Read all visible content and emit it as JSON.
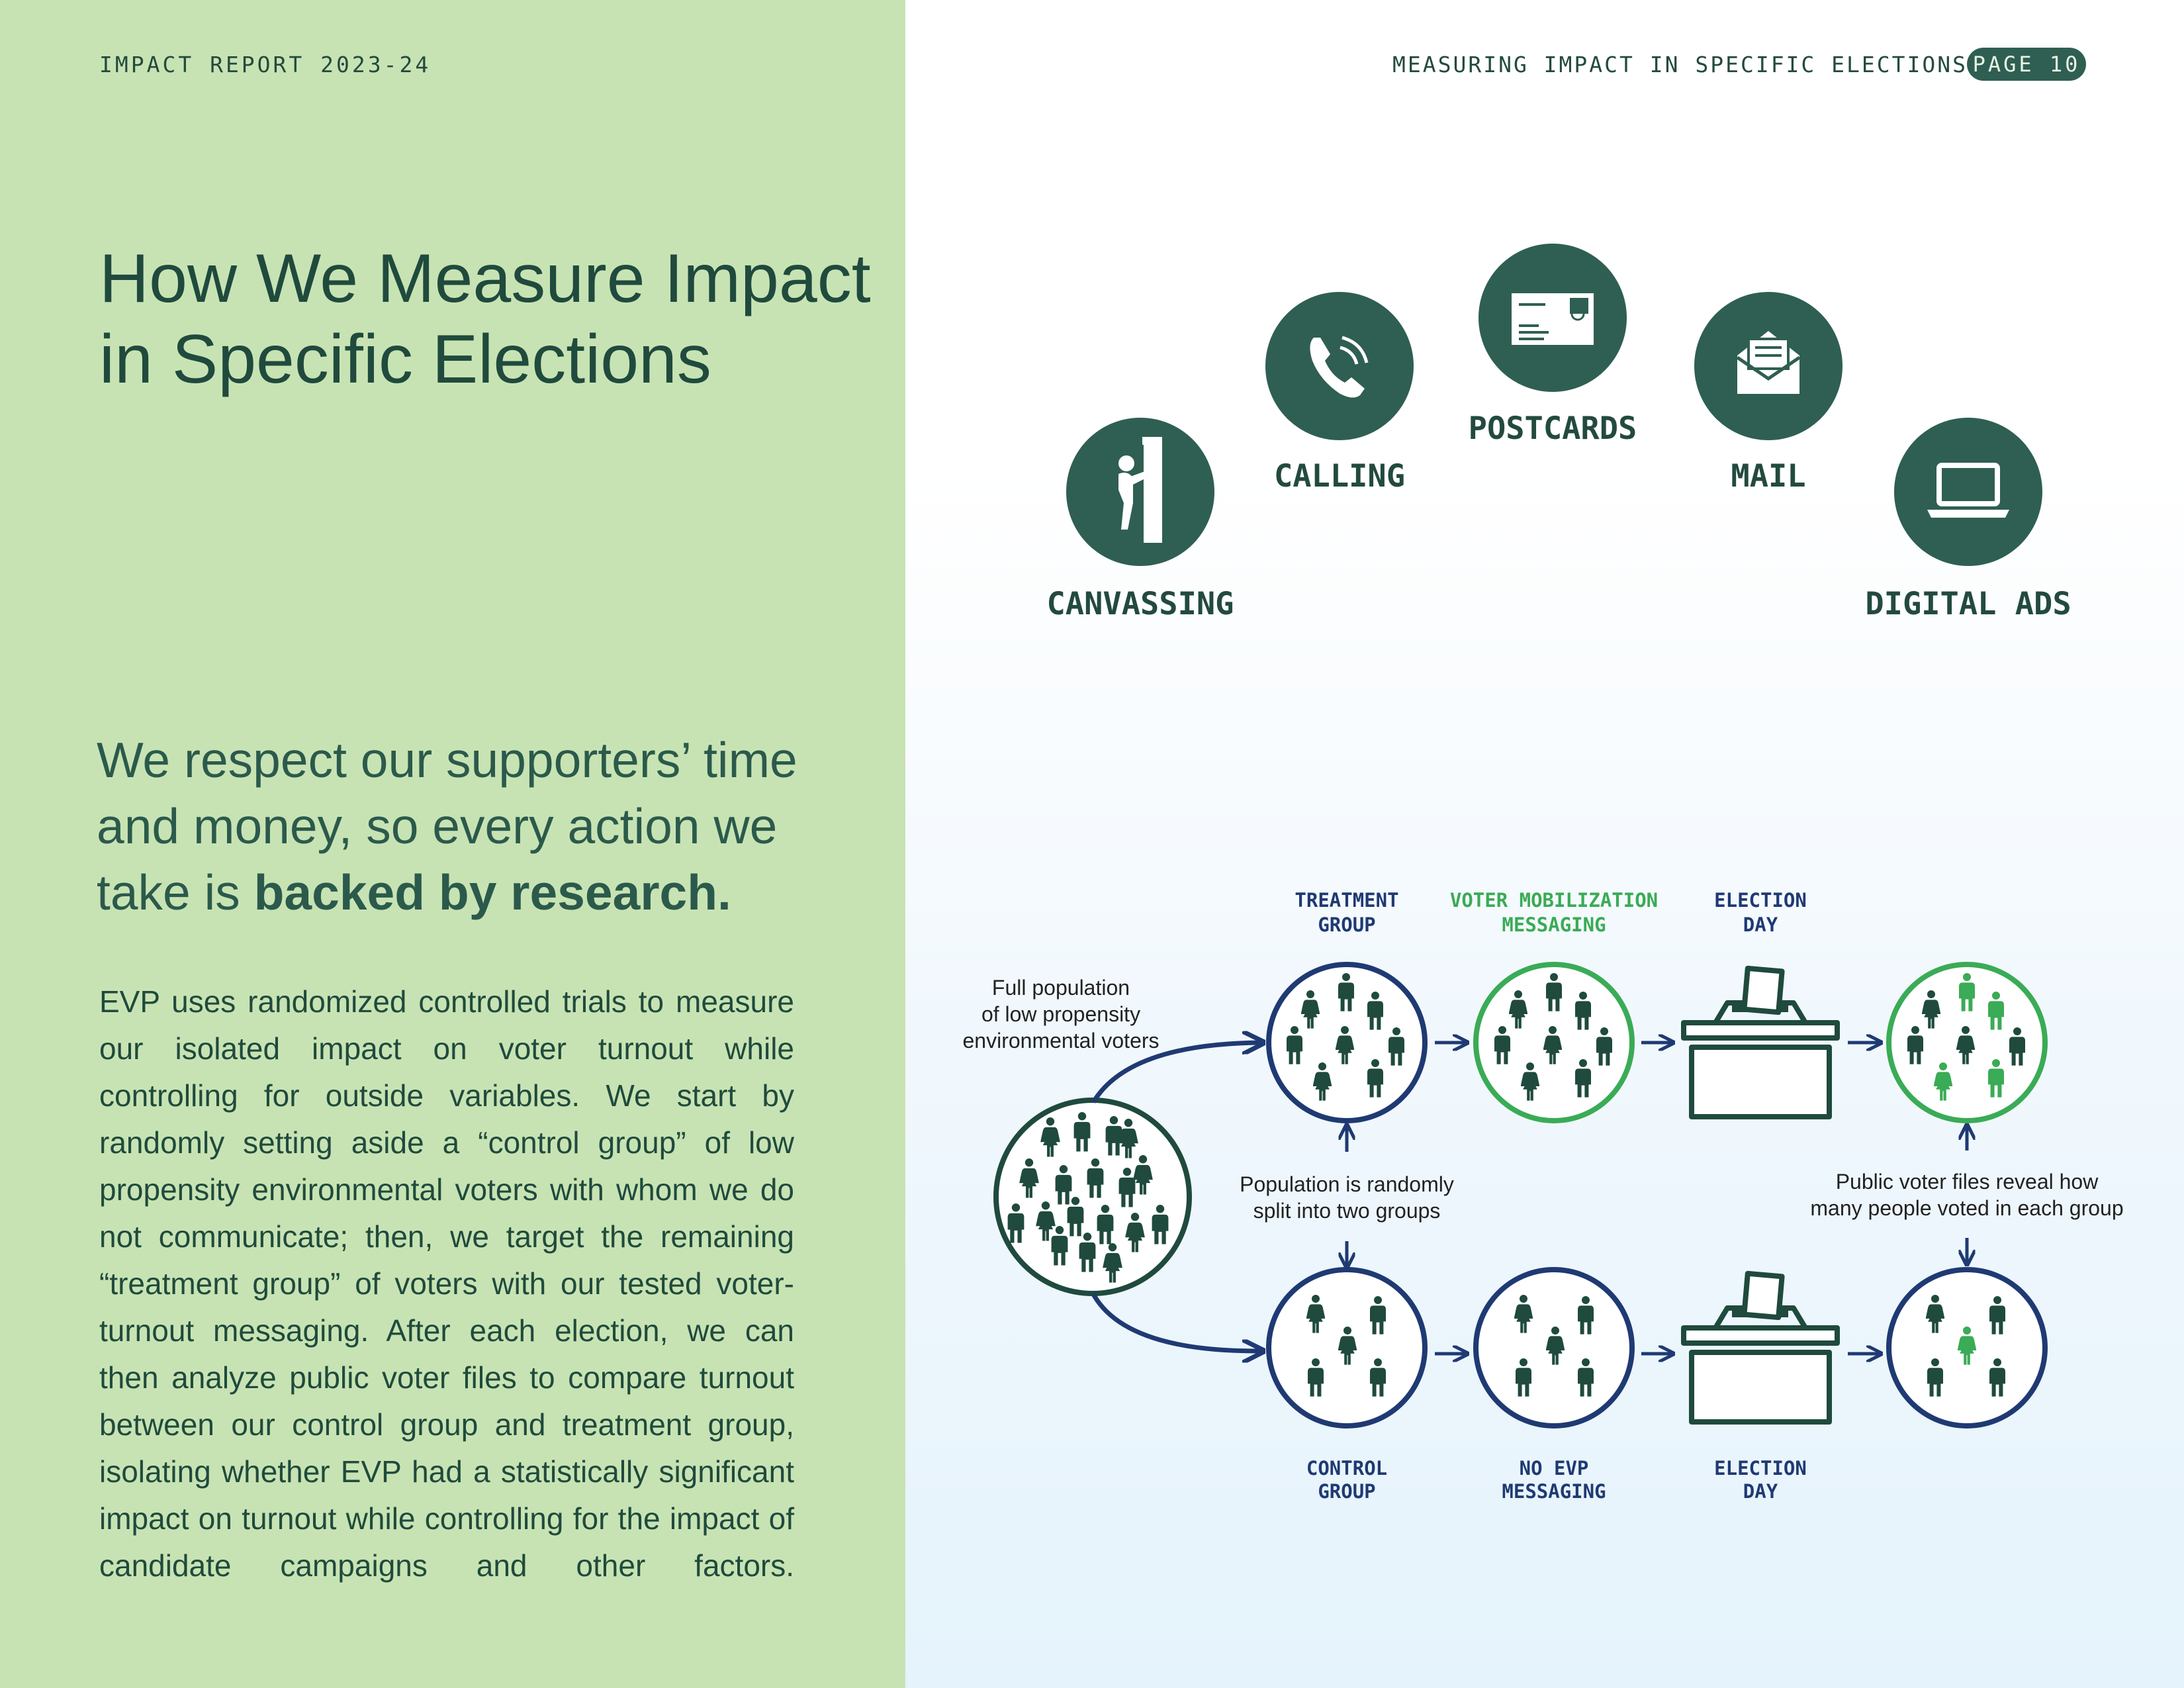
{
  "header": {
    "report_label": "IMPACT REPORT 2023-24",
    "section_label": "MEASURING IMPACT IN SPECIFIC ELECTIONS",
    "page_badge": "PAGE 10"
  },
  "left": {
    "title_line1": "How We Measure Impact",
    "title_line2": "in Specific Elections",
    "tagline_prefix": "We respect our supporters’ time and money, so every action we take is ",
    "tagline_bold": "backed by research.",
    "body": "EVP uses randomized controlled trials to measure our isolated impact on voter turnout while controlling for outside variables. We start by randomly setting aside a “control group” of low propensity environmental voters with whom we do not communicate; then, we target the remaining “treatment group” of voters with our tested voter-turnout messaging. After each election, we can then analyze public voter files to compare turnout between our control group and treatment group, isolating whether EVP had a statistically significant impact on turnout while controlling for the impact of candidate campaigns and other factors."
  },
  "channels": [
    {
      "label": "CANVASSING",
      "icon": "door-knock-icon"
    },
    {
      "label": "CALLING",
      "icon": "phone-icon"
    },
    {
      "label": "POSTCARDS",
      "icon": "postcard-icon"
    },
    {
      "label": "MAIL",
      "icon": "envelope-icon"
    },
    {
      "label": "DIGITAL ADS",
      "icon": "laptop-icon"
    }
  ],
  "flow": {
    "full_population_label": "Full population of low propensity environmental voters",
    "full_population_lines": [
      "Full population",
      "of low propensity",
      "environmental voters"
    ],
    "split_note_lines": [
      "Population is randomly",
      "split into two groups"
    ],
    "reveal_note_lines": [
      "Public voter files reveal how",
      "many people voted in each group"
    ],
    "top_row": {
      "group": [
        "TREATMENT",
        "GROUP"
      ],
      "messaging": [
        "VOTER MOBILIZATION",
        "MESSAGING"
      ],
      "election": [
        "ELECTION",
        "DAY"
      ]
    },
    "bottom_row": {
      "group": [
        "CONTROL",
        "GROUP"
      ],
      "messaging": [
        "NO EVP",
        "MESSAGING"
      ],
      "election": [
        "ELECTION",
        "DAY"
      ]
    },
    "colors": {
      "dark_green": "#1f4a3d",
      "navy": "#1f3a73",
      "bright_green": "#3aab56",
      "icon_circle": "#2f5f52"
    }
  }
}
